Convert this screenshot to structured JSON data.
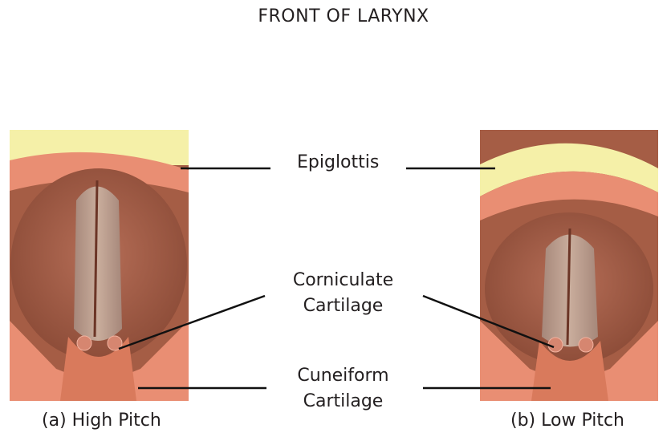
{
  "title": "FRONT OF LARYNX",
  "labels": {
    "epiglottis": "Epiglottis",
    "corniculate": [
      "Corniculate",
      "Cartilage"
    ],
    "cuneiform": [
      "Cuneiform",
      "Cartilage"
    ]
  },
  "captions": {
    "high": "(a) High Pitch",
    "low": "(b) Low Pitch"
  },
  "colors": {
    "epiglottis_fill": "#f5f0a8",
    "tissue_salmon": "#e98e73",
    "tissue_brown": "#96543f",
    "fold_gray": "#b9a08e",
    "line": "#111111"
  }
}
